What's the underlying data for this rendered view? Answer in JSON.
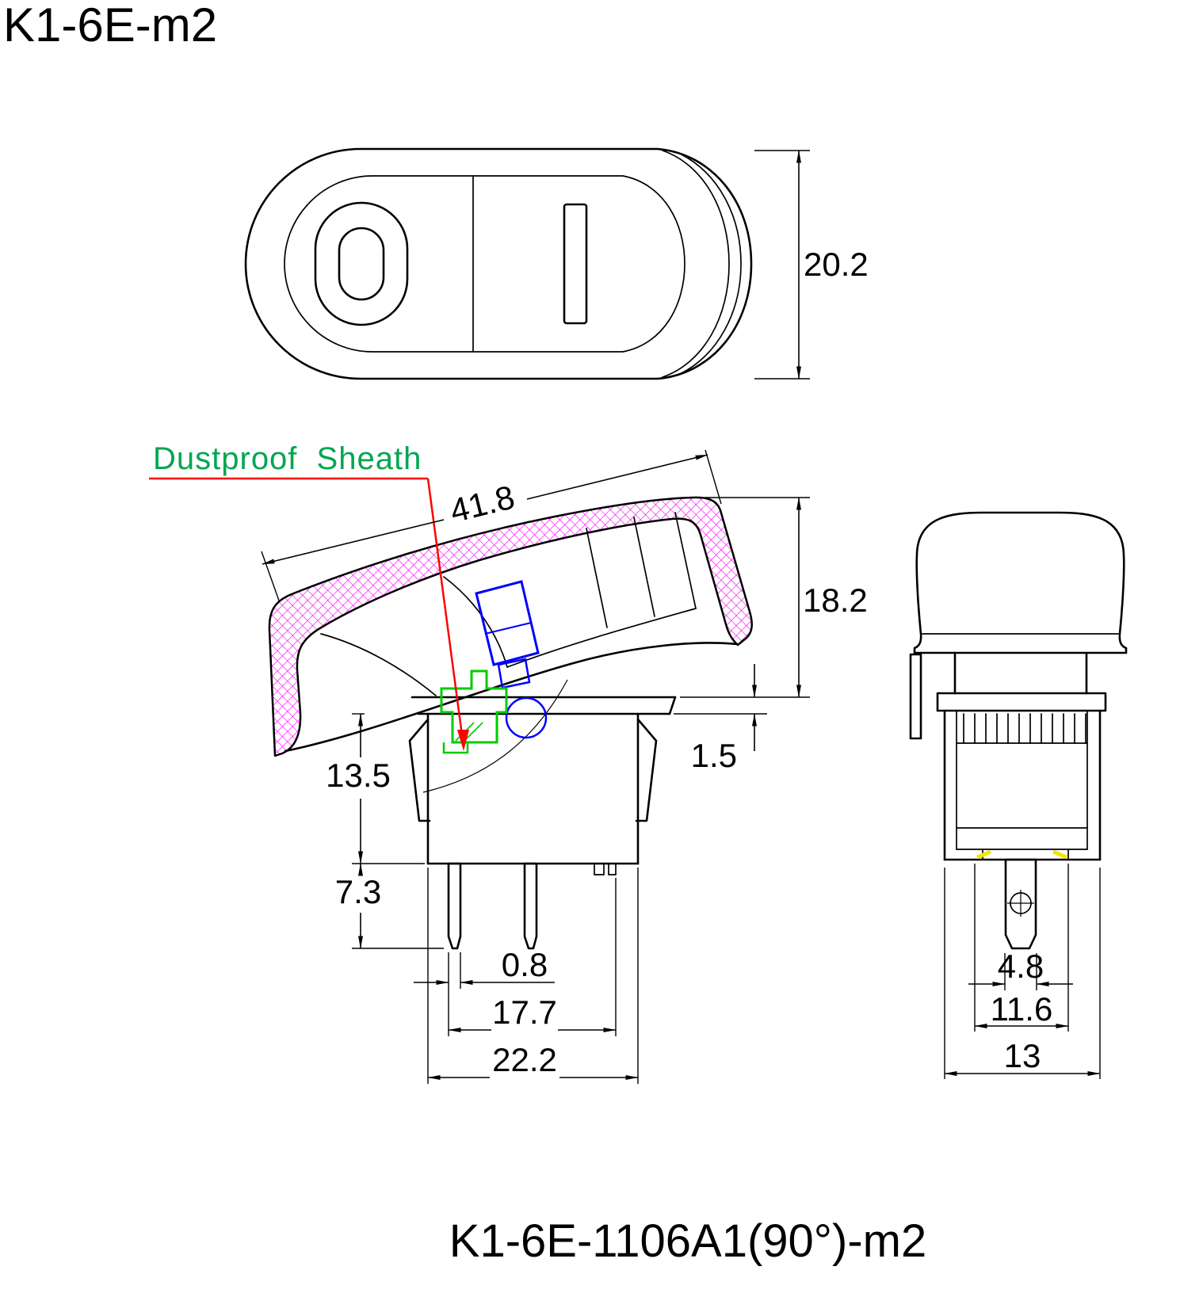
{
  "title": "K1-6E-m2",
  "caption": "K1-6E-1106A1(90°)-m2",
  "labels": {
    "sheath": "Dustproof Sheath"
  },
  "dims": {
    "top_height": "20.2",
    "rocker_length": "41.8",
    "rocker_height": "18.2",
    "flange_thickness": "1.5",
    "body_depth": "13.5",
    "terminal_length": "7.3",
    "terminal_thickness": "0.8",
    "terminal_pitch": "17.7",
    "body_width": "22.2",
    "side_terminal_width": "4.8",
    "side_step_width": "11.6",
    "side_body_width": "13"
  },
  "colors": {
    "outline": "#000000",
    "sheath_magenta": "#ff00ff",
    "label_green": "#00a651",
    "leader_red": "#ff0000",
    "part_blue": "#0000ff",
    "part_green": "#00cc00",
    "mark_yellow": "#f2e400"
  }
}
